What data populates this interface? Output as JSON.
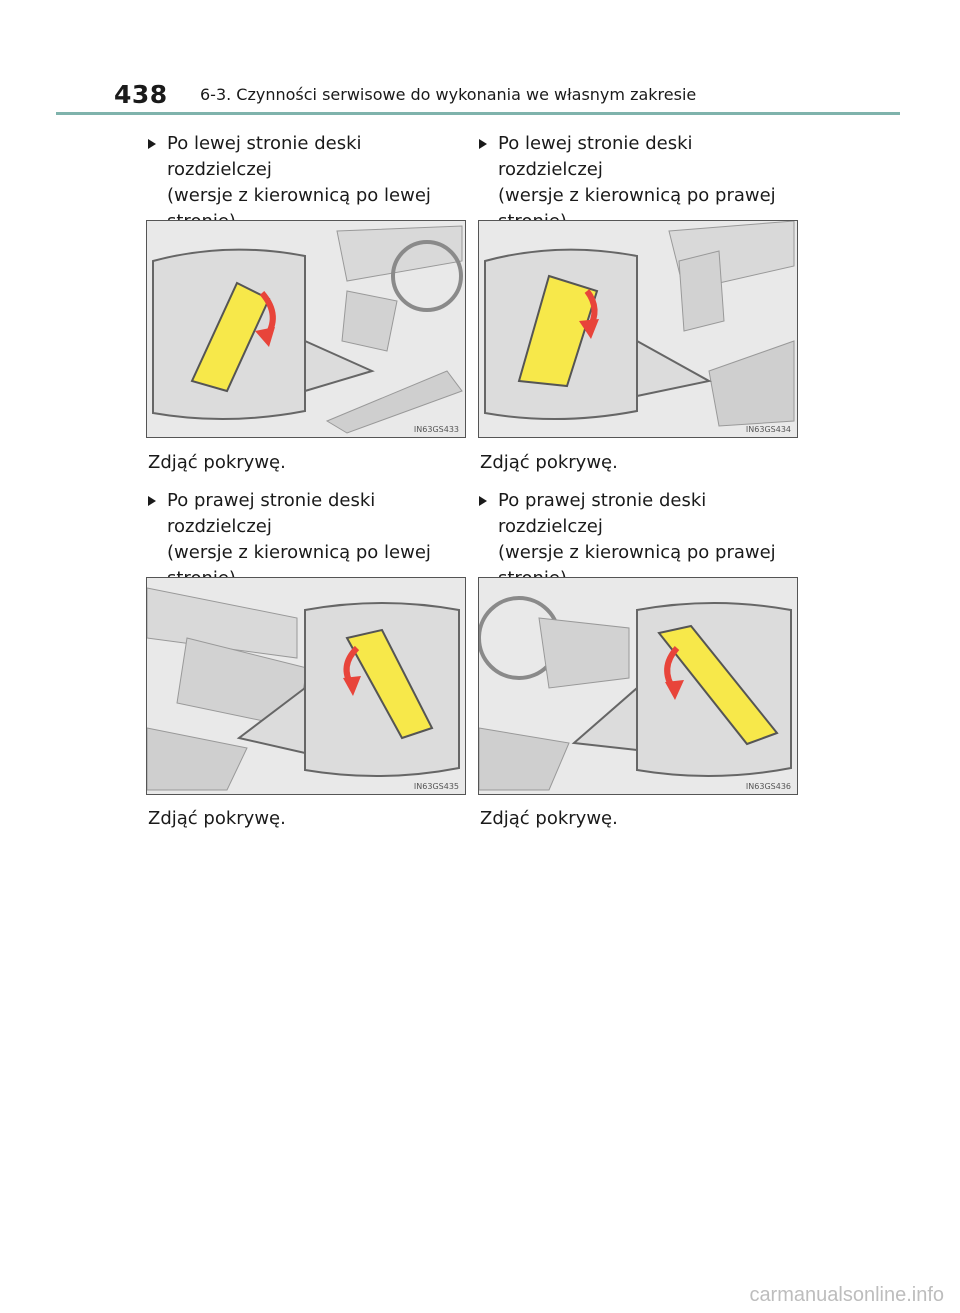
{
  "header": {
    "page_number": "438",
    "section_title": "6-3. Czynności serwisowe do wykonania we własnym zakresie"
  },
  "sections": [
    {
      "heading": "Po lewej stronie deski rozdzielczej\n(wersje z kierownicą po lewej\nstronie)",
      "figure_code": "IN63GS433",
      "caption": "Zdjąć pokrywę."
    },
    {
      "heading": "Po lewej stronie deski rozdzielczej\n(wersje z kierownicą po prawej\nstronie)",
      "figure_code": "IN63GS434",
      "caption": "Zdjąć pokrywę."
    },
    {
      "heading": "Po prawej stronie deski rozdzielczej\n(wersje z kierownicą po lewej\nstronie)",
      "figure_code": "IN63GS435",
      "caption": "Zdjąć pokrywę."
    },
    {
      "heading": "Po prawej stronie deski rozdzielczej\n(wersje z kierownicą po prawej\nstronie)",
      "figure_code": "IN63GS436",
      "caption": "Zdjąć pokrywę."
    }
  ],
  "footer": {
    "watermark": "carmanualsonline.info"
  },
  "colors": {
    "accent_rule": "#7fb3ac",
    "cover_fill": "#f7e84a",
    "arrow": "#e8443a",
    "figure_bg": "#e9e9e9"
  }
}
